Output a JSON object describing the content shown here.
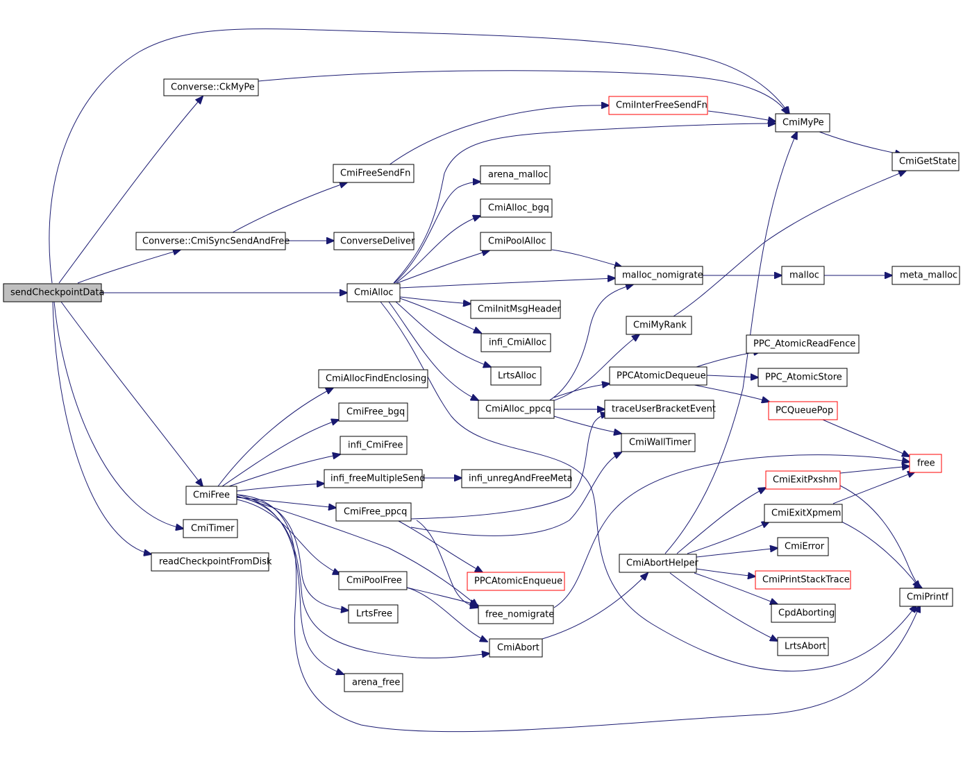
{
  "colors": {
    "edge": "#191970",
    "node_border": "#000000",
    "truncated_node_border": "#ff0000",
    "root_fill": "#bfbfbf"
  },
  "nodes": {
    "sendCheckpointData": "sendCheckpointData",
    "ckMyPe": "Converse::CkMyPe",
    "cmiFreeSendFn": "CmiFreeSendFn",
    "cmiSyncSendAndFree": "Converse::CmiSyncSendAndFree",
    "converseDeliver": "ConverseDeliver",
    "cmiInterFreeSendFn": "CmiInterFreeSendFn",
    "cmiMyPe": "CmiMyPe",
    "cmiGetState": "CmiGetState",
    "arenaMalloc": "arena_malloc",
    "cmiAllocBgq": "CmiAlloc_bgq",
    "cmiPoolAlloc": "CmiPoolAlloc",
    "cmiAlloc": "CmiAlloc",
    "mallocNomigrate": "malloc_nomigrate",
    "malloc": "malloc",
    "metaMalloc": "meta_malloc",
    "cmiInitMsgHeader": "CmiInitMsgHeader",
    "infiCmiAlloc": "infi_CmiAlloc",
    "cmiMyRank": "CmiMyRank",
    "lrtsAlloc": "LrtsAlloc",
    "ppcAtomicReadFence": "PPC_AtomicReadFence",
    "cmiAllocFindEnclosing": "CmiAllocFindEnclosing",
    "ppcAtomicDequeue": "PPCAtomicDequeue",
    "ppcAtomicStore": "PPC_AtomicStore",
    "cmiFreeBgq": "CmiFree_bgq",
    "cmiAllocPpcq": "CmiAlloc_ppcq",
    "traceUserBracketEvent": "traceUserBracketEvent",
    "pcQueuePop": "PCQueuePop",
    "infiCmiFree": "infi_CmiFree",
    "cmiWallTimer": "CmiWallTimer",
    "free": "free",
    "infiFreeMultipleSend": "infi_freeMultipleSend",
    "infiUnregAndFreeMeta": "infi_unregAndFreeMeta",
    "cmiExitPxshm": "CmiExitPxshm",
    "cmiFree": "CmiFree",
    "cmiFreePpcq": "CmiFree_ppcq",
    "cmiExitXpmem": "CmiExitXpmem",
    "cmiTimer": "CmiTimer",
    "cmiError": "CmiError",
    "readCheckpointFromDisk": "readCheckpointFromDisk",
    "cmiAbortHelper": "CmiAbortHelper",
    "cmiPoolFree": "CmiPoolFree",
    "ppcAtomicEnqueue": "PPCAtomicEnqueue",
    "cmiPrintStackTrace": "CmiPrintStackTrace",
    "cmiPrintf": "CmiPrintf",
    "lrtsFree": "LrtsFree",
    "freeNomigrate": "free_nomigrate",
    "cpdAborting": "CpdAborting",
    "cmiAbort": "CmiAbort",
    "lrtsAbort": "LrtsAbort",
    "arenaFree": "arena_free"
  }
}
